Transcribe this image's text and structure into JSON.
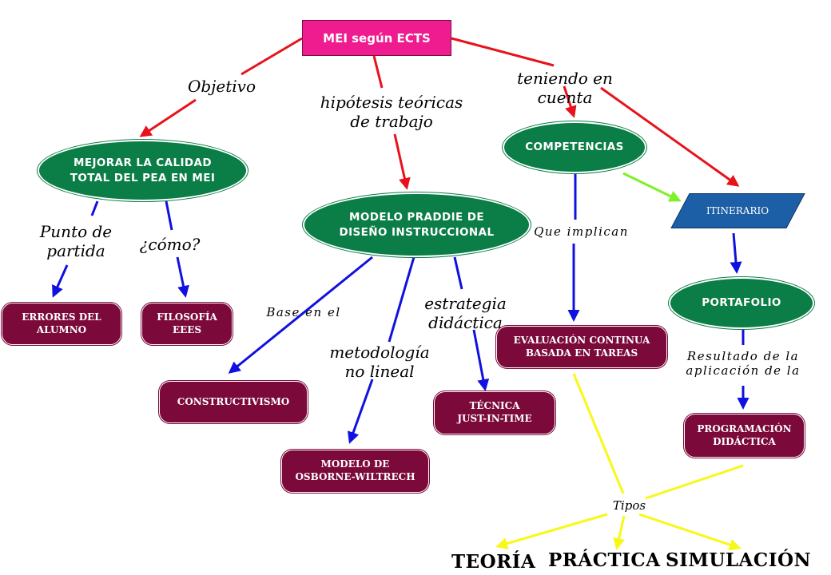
{
  "nodes": {
    "root": "MEI según ECTS",
    "mejorar": "MEJORAR LA CALIDAD\nTOTAL DEL PEA EN MEI",
    "praddie": "MODELO PRADDIE DE\nDISEÑO INSTRUCCIONAL",
    "competencias": "COMPETENCIAS",
    "itinerario": "ITINERARIO",
    "portafolio": "PORTAFOLIO",
    "errores": "ERRORES DEL\nALUMNO",
    "filosofia": "FILOSOFÍA\nEEES",
    "constructivismo": "CONSTRUCTIVISMO",
    "osborne": "MODELO DE\nOSBORNE-WILTRECH",
    "tecnica": "TÉCNICA\nJUST-IN-TIME",
    "evaluacion": "EVALUACIÓN CONTINUA\nBASADA EN TAREAS",
    "programacion": "PROGRAMACIÓN\nDIDÁCTICA"
  },
  "labels": {
    "objetivo": "Objetivo",
    "hipotesis": "hipótesis teóricas\nde trabajo",
    "teniendo": "teniendo en cuenta",
    "punto": "Punto de\npartida",
    "como": "¿cómo?",
    "base": "Base en el",
    "metodologia": "metodología\nno lineal",
    "estrategia": "estrategia\ndidáctica",
    "implican": "Que implican",
    "resultado": "Resultado de la\naplicación de la",
    "tipos": "Tipos"
  },
  "outcomes": {
    "teoria": "TEORÍA",
    "practica": "PRÁCTICA",
    "simulacion": "SIMULACIÓN"
  },
  "colors": {
    "root": "#ee1c8f",
    "ellipse": "#0b7d46",
    "pill": "#7b0a3b",
    "parallelogram": "#1d5fa6",
    "arrow_red": "#e8121c",
    "arrow_blue": "#1010e0",
    "arrow_green": "#80f02a",
    "arrow_yellow": "#f8f818"
  }
}
